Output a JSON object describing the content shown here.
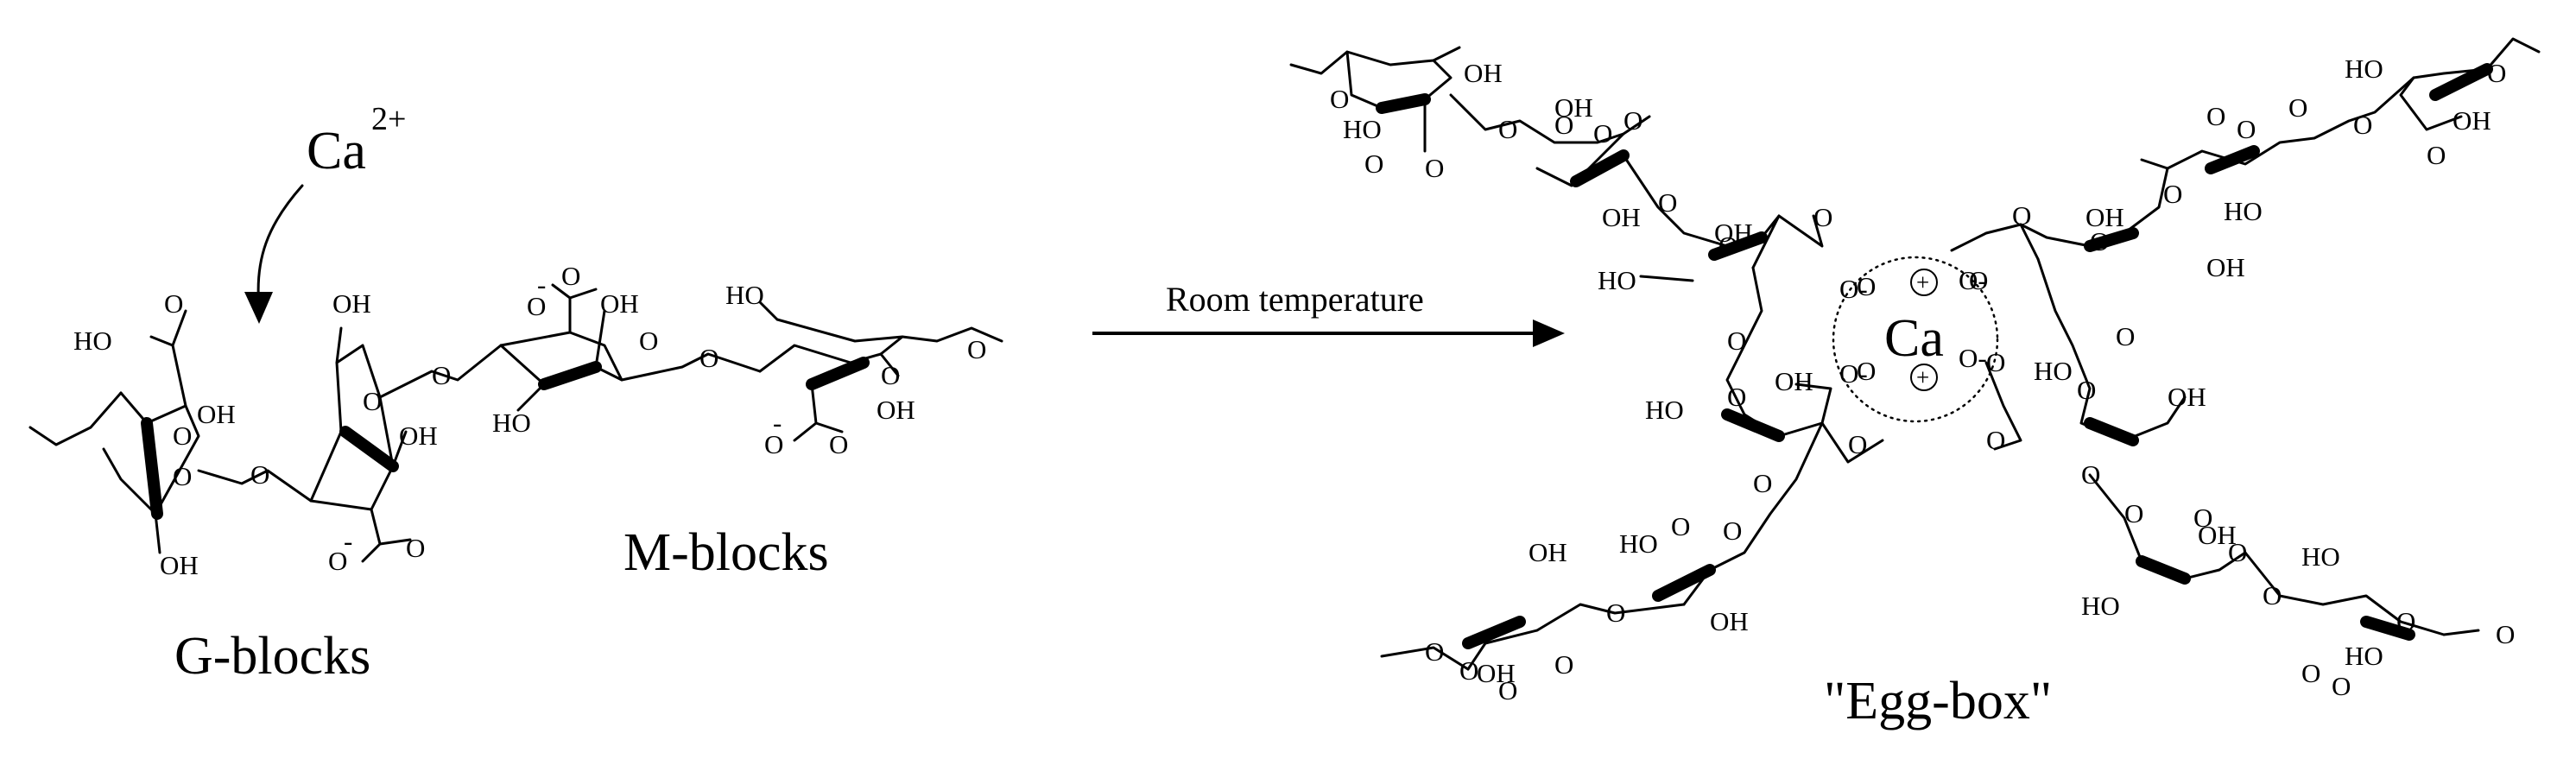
{
  "labels": {
    "cation": "Ca",
    "cation_charge": "2+",
    "g_blocks": "G-blocks",
    "m_blocks": "M-blocks",
    "arrow_condition": "Room temperature",
    "egg_box": "\"Egg-box\"",
    "center_ion": "Ca"
  },
  "atoms": {
    "oxygen": "O",
    "hydroxyl_right": "OH",
    "hydroxyl_left": "HO",
    "minus": "-",
    "plus": "+",
    "oxide_anion": "O-"
  },
  "colors": {
    "ink": "#000000",
    "background": "#ffffff"
  }
}
